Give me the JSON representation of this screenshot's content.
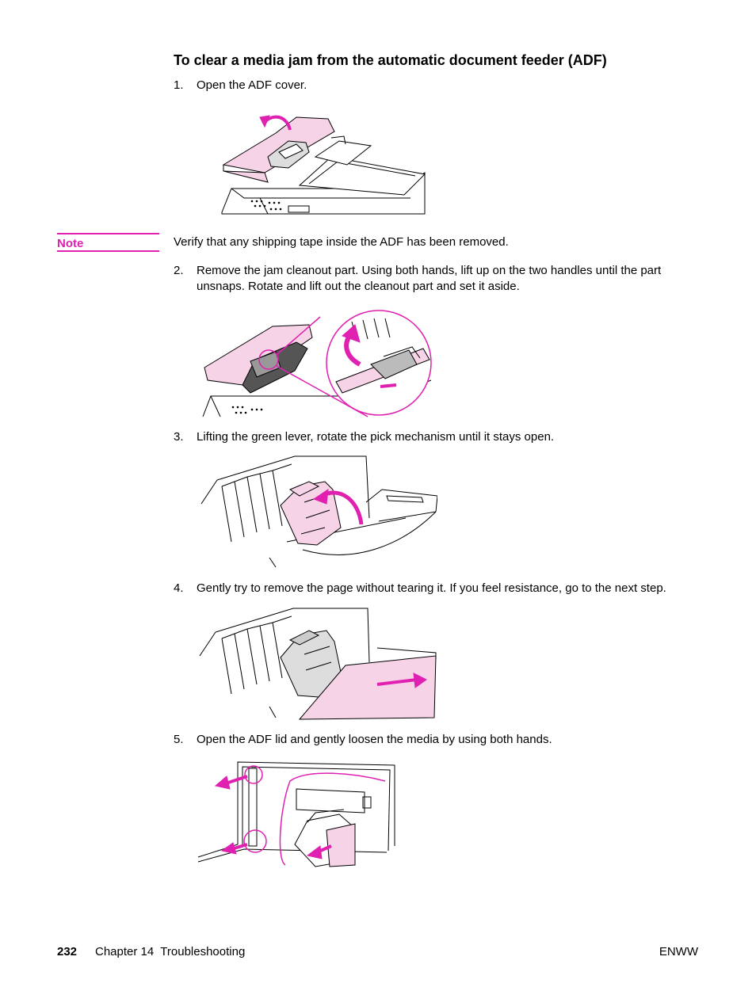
{
  "section_title": "To clear a media jam from the automatic document feeder (ADF)",
  "steps": [
    {
      "number": "1.",
      "text": "Open the ADF cover."
    },
    {
      "number": "2.",
      "text": "Remove the jam cleanout part. Using both hands, lift up on the two handles until the part unsnaps. Rotate and lift out the cleanout part and set it aside."
    },
    {
      "number": "3.",
      "text": "Lifting the green lever, rotate the pick mechanism until it stays open."
    },
    {
      "number": "4.",
      "text": "Gently try to remove the page without tearing it. If you feel resistance, go to the next step."
    },
    {
      "number": "5.",
      "text": "Open the ADF lid and gently loosen the media by using both hands."
    }
  ],
  "note": {
    "label": "Note",
    "text": "Verify that any shipping tape inside the ADF has been removed."
  },
  "footer": {
    "page_number": "232",
    "chapter": "Chapter 14  Troubleshooting",
    "right_label": "ENWW"
  },
  "colors": {
    "accent": "#e020b0",
    "highlight_fill": "#f6d3e6"
  }
}
